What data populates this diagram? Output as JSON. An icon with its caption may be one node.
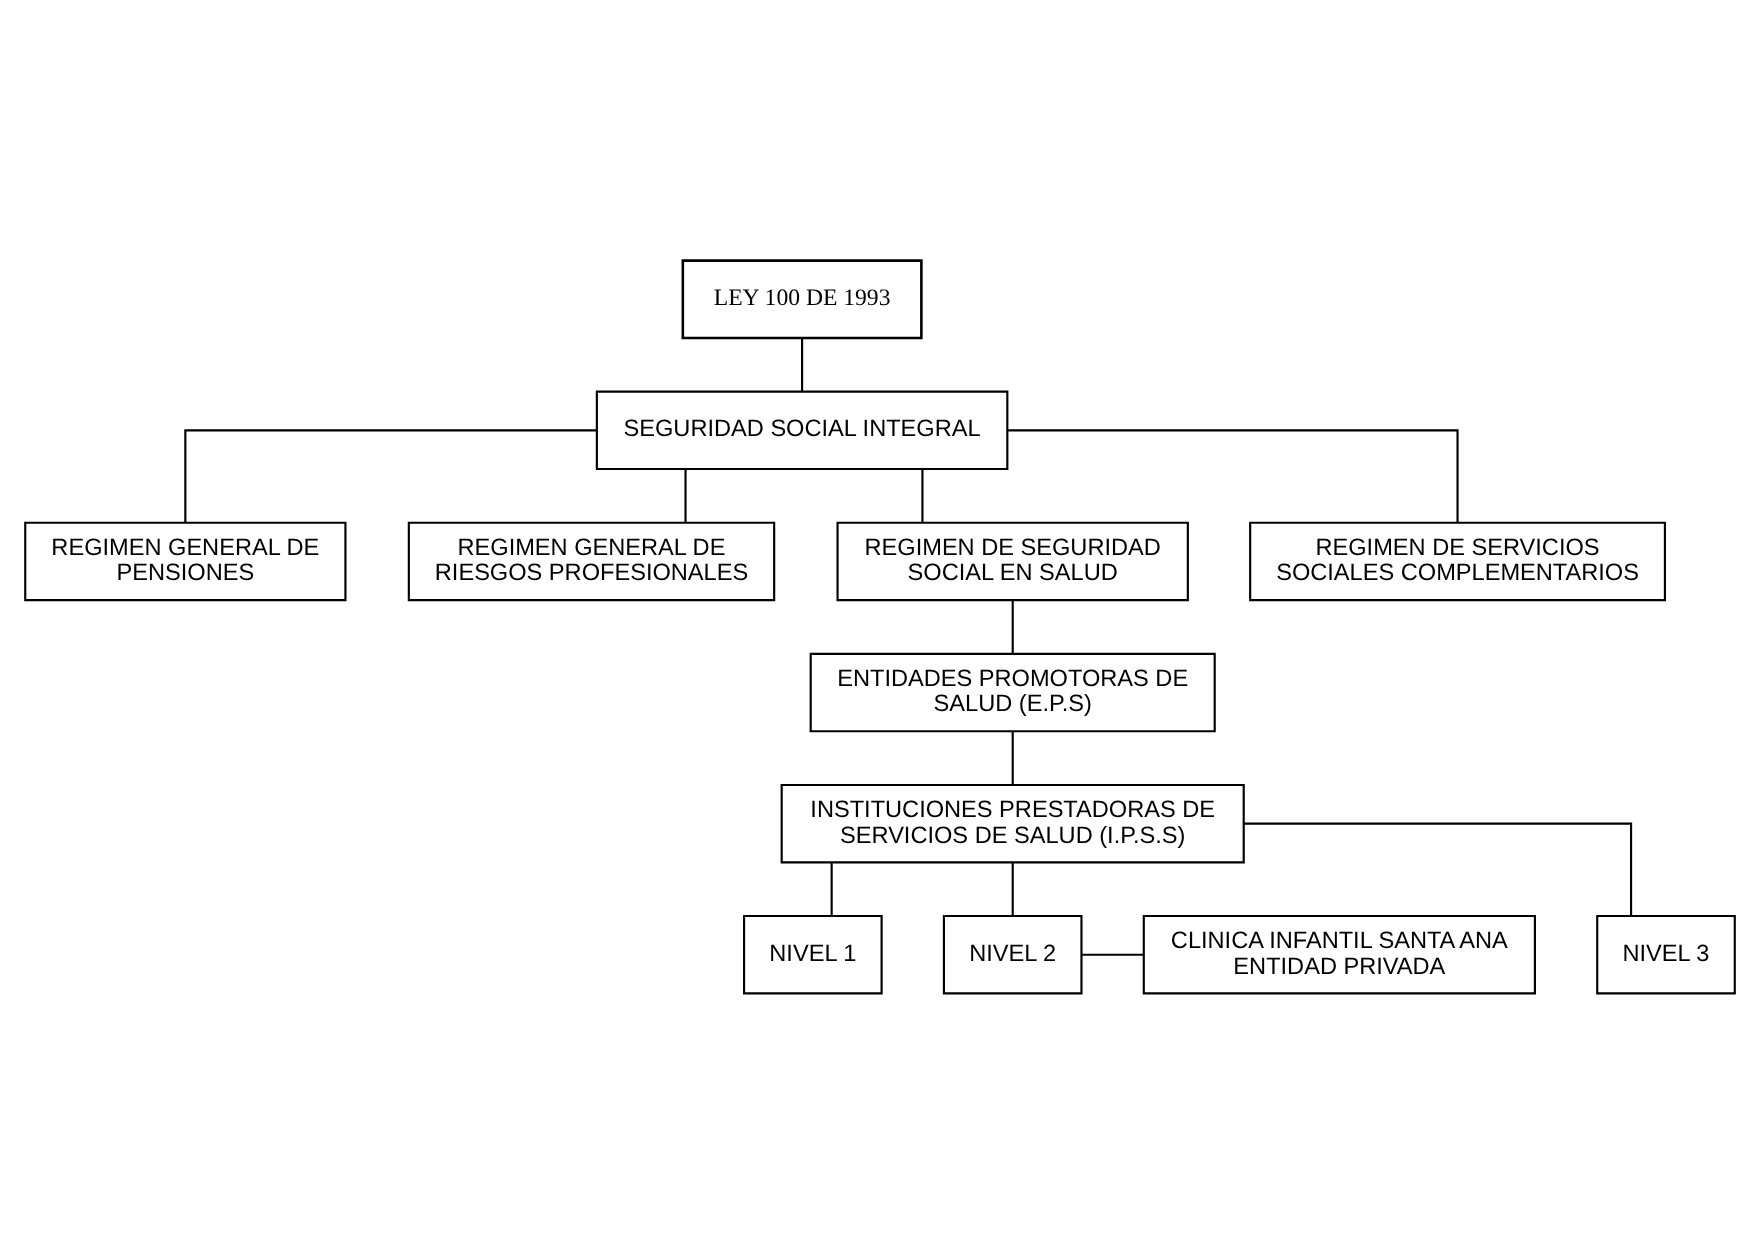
{
  "diagram": {
    "nodes": [
      {
        "text": [
          "LEY 100 DE 1993"
        ]
      },
      {
        "text": [
          "SEGURIDAD SOCIAL INTEGRAL"
        ]
      },
      {
        "text": [
          "REGIMEN GENERAL DE PENSIONES"
        ]
      },
      {
        "text": [
          "REGIMEN GENERAL DE RIESGOS PROFESIONALES"
        ]
      },
      {
        "text": [
          "REGIMEN DE SEGURIDAD SOCIAL EN SALUD"
        ]
      },
      {
        "text": [
          "REGIMEN DE SERVICIOS SOCIALES COMPLEMENTARIOS"
        ]
      },
      {
        "text": [
          "ENTIDADES PROMOTORAS DE SALUD (E.P.S)"
        ]
      },
      {
        "text": [
          "INSTITUCIONES PRESTADORAS DE SERVICIOS DE SALUD (I.P.S.S)"
        ]
      },
      {
        "text": [
          "NIVEL 1"
        ]
      },
      {
        "text": [
          "NIVEL 2"
        ]
      },
      {
        "text": [
          "NIVEL 3"
        ]
      },
      {
        "text": [
          "CLINICA INFANTIL SANTA ANA ENTIDAD PRIVADA"
        ]
      }
    ],
    "edges": [
      {
        "from": 0,
        "to": 1,
        "arrow": "none"
      },
      {
        "from": 1,
        "to": 2,
        "arrow": "none"
      },
      {
        "from": 1,
        "to": 3,
        "arrow": "none"
      },
      {
        "from": 1,
        "to": 4,
        "arrow": "none"
      },
      {
        "from": 1,
        "to": 5,
        "arrow": "none"
      },
      {
        "from": 4,
        "to": 6,
        "arrow": "none"
      },
      {
        "from": 6,
        "to": 7,
        "arrow": "none"
      },
      {
        "from": 7,
        "to": 8,
        "arrow": "none"
      },
      {
        "from": 7,
        "to": 9,
        "arrow": "none"
      },
      {
        "from": 7,
        "to": 10,
        "arrow": "none"
      },
      {
        "from": 9,
        "to": 11,
        "arrow": "none"
      }
    ]
  }
}
